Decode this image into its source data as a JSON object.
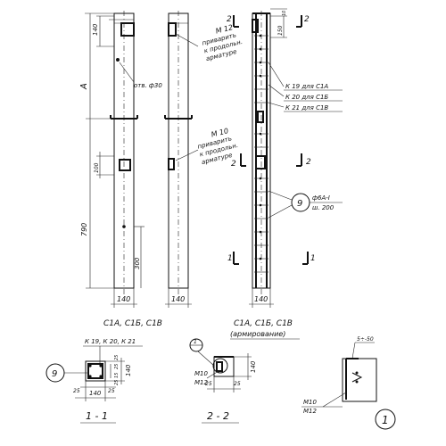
{
  "drawing": {
    "dims": {
      "d140_top": "140",
      "d_A": "A",
      "d790": "790",
      "d300": "300",
      "d100": "100",
      "w140_a": "140",
      "w140_b": "140",
      "w140_c": "140",
      "d150": "150",
      "d10": "10",
      "s_140": "140",
      "s_25a": "25",
      "s_25b": "25",
      "s_25c": "25",
      "s_15": "15",
      "s_140b": "140",
      "s_25d": "25",
      "s_25e": "25",
      "s2_140": "140",
      "s2_25": "25",
      "s2_25b": "25",
      "d_5_50": "5÷-50"
    },
    "labels": {
      "hole": "отв. ф30",
      "m12_label": "М 12",
      "weld_1a": "приварить",
      "weld_1b": "к продольн.",
      "weld_1c": "арматуре",
      "m10_label": "М 10",
      "weld_2a": "приварить",
      "weld_2b": "к продольн.",
      "weld_2c": "арматуре",
      "k19": "К 19 для С1А",
      "k20": "К 20 для С1Б",
      "k21": "К 21 для С1В",
      "rebar_a": "ф6А-I",
      "rebar_b": "ш. 200",
      "callout_9a": "9",
      "callout_9b": "9",
      "caption_left": "С1А, С1Б, С1В",
      "caption_right_a": "С1А, С1Б, С1В",
      "caption_right_b": "(армирование)",
      "sec_k": "К 19, К 20, К 21",
      "sec_m10": "М10",
      "sec_m12": "М12",
      "det_m10": "М10",
      "det_m12": "М12",
      "sec_title_1": "1 - 1",
      "sec_title_2": "2 - 2",
      "cut1_top": "1",
      "cut1_bot": "1",
      "cut2_l_top": "2",
      "cut2_r_top": "2",
      "cut2_l_mid": "2",
      "cut2_r_mid": "2",
      "detail_num": "1",
      "callout_1": "1"
    }
  }
}
